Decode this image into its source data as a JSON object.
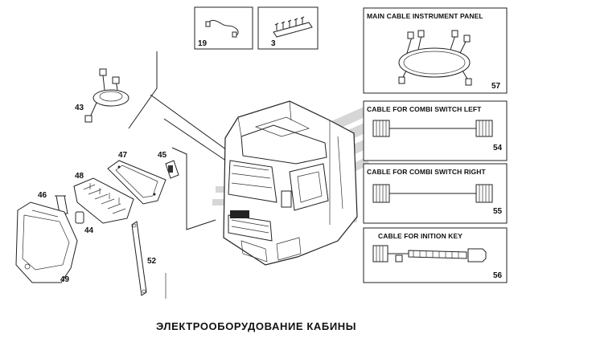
{
  "caption": "ЭЛЕКТРООБОРУДОВАНИЕ КАБИНЫ",
  "boxes": [
    {
      "title": "MAIN CABLE INSTRUMENT PANEL",
      "number": "57"
    },
    {
      "title": "CABLE FOR COMBI SWITCH LEFT",
      "number": "54"
    },
    {
      "title": "CABLE FOR COMBI SWITCH RIGHT",
      "number": "55"
    },
    {
      "title": "CABLE FOR INITION KEY",
      "number": "56"
    }
  ],
  "top_items": [
    {
      "number": "19",
      "icon": "cable-clip-icon"
    },
    {
      "number": "3",
      "icon": "connector-strip-icon"
    }
  ],
  "parts": [
    {
      "number": "43",
      "icon": "ring-coil-icon"
    },
    {
      "number": "47",
      "icon": "panel-frame-icon"
    },
    {
      "number": "45",
      "icon": "switch-icon"
    },
    {
      "number": "48",
      "icon": "fuse-box-icon"
    },
    {
      "number": "46",
      "icon": "bracket-icon"
    },
    {
      "number": "44",
      "icon": "relay-icon"
    },
    {
      "number": "52",
      "icon": "ground-strap-icon"
    },
    {
      "number": "49",
      "icon": "cover-icon"
    }
  ],
  "watermark_icon": "brand-logo-icon"
}
